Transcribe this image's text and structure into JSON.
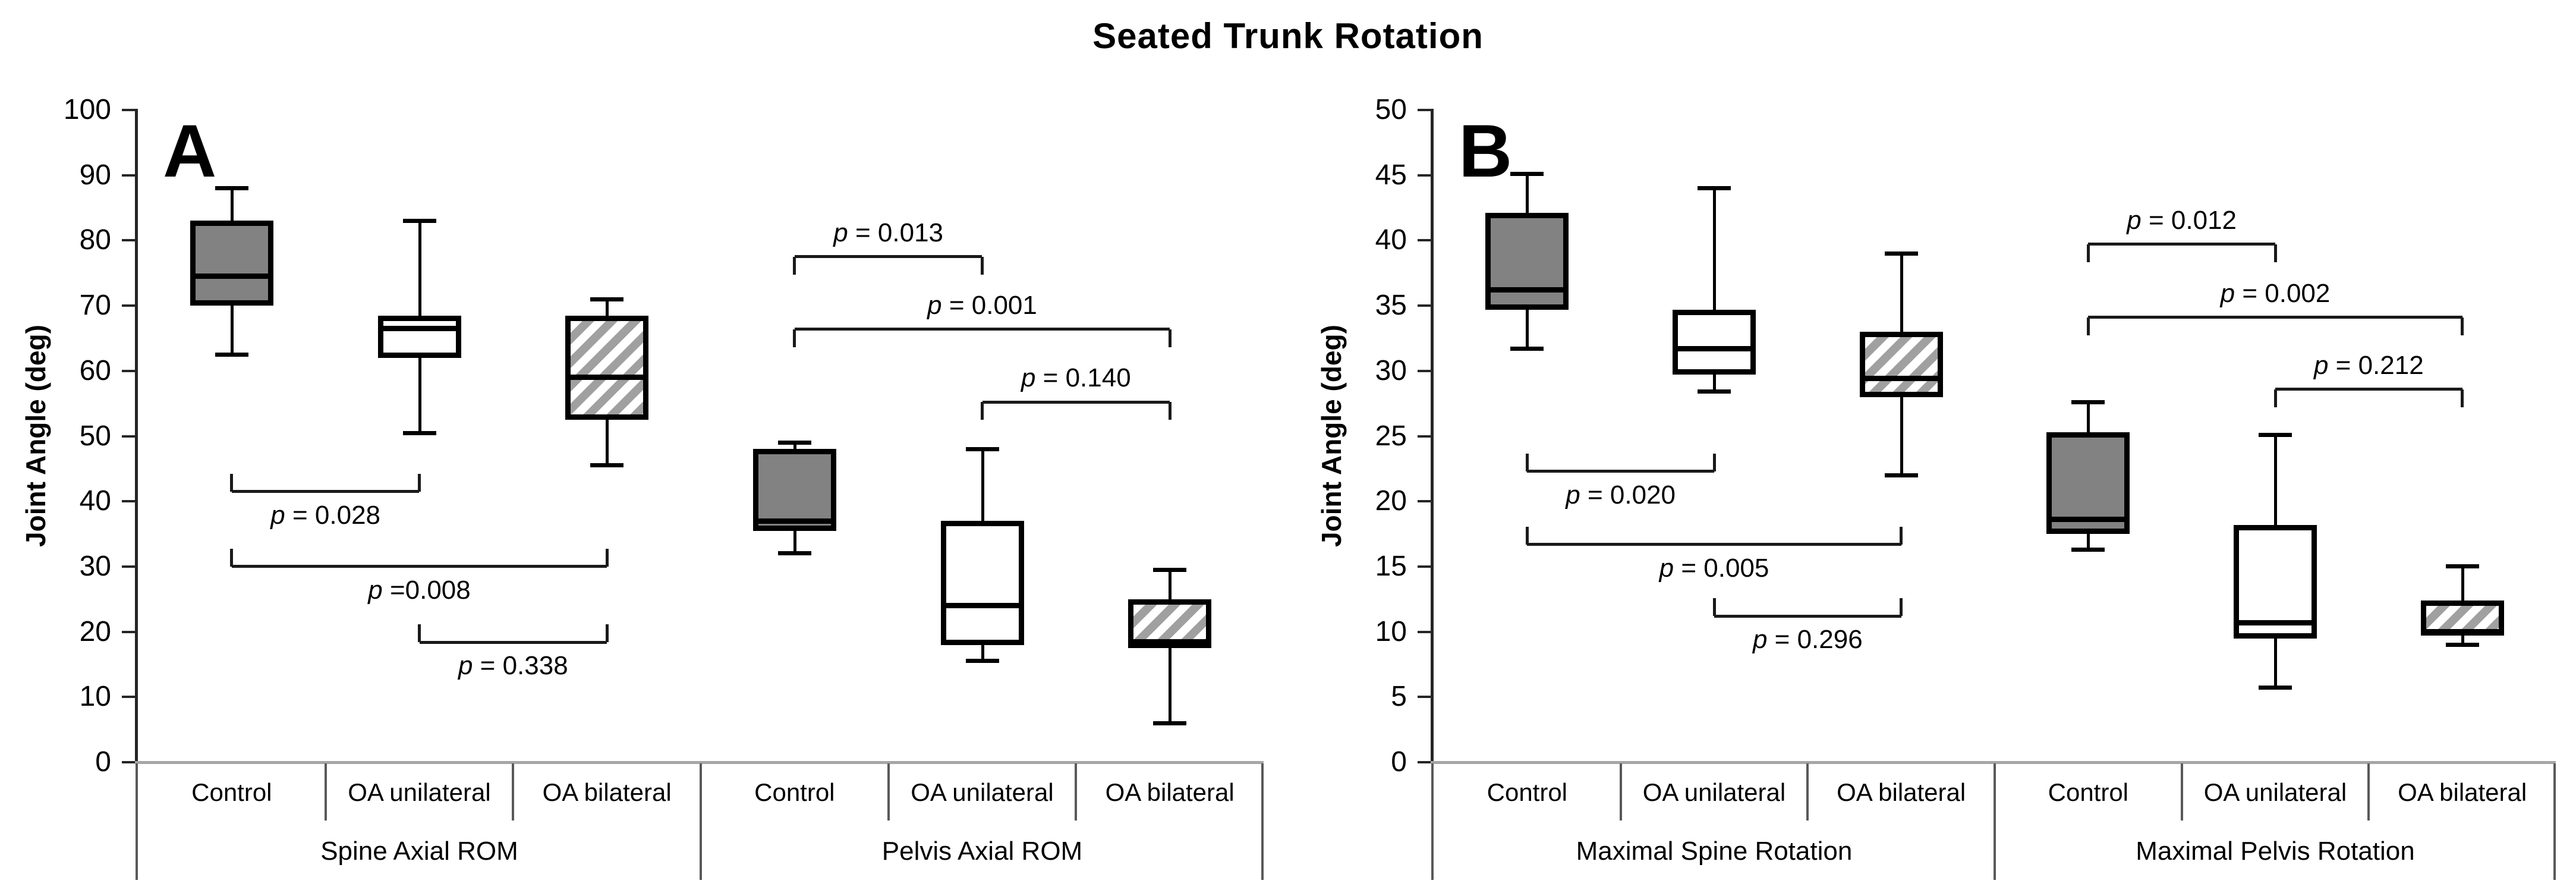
{
  "title": "Seated Trunk Rotation",
  "chart_data": {
    "type": "boxplot",
    "title": "Seated Trunk Rotation",
    "legend": "none",
    "grid": "off",
    "panels": [
      {
        "label": "A",
        "ylabel": "Joint Angle (deg)",
        "ylim": [
          0,
          100
        ],
        "ytick_step": 10,
        "groups": [
          {
            "name": "Spine Axial ROM"
          },
          {
            "name": "Pelvis Axial ROM"
          }
        ],
        "boxes": [
          {
            "group": 0,
            "category": "Control",
            "style": "gray",
            "whisker_low": 62.5,
            "q1": 70,
            "median": 74.5,
            "q3": 83,
            "whisker_high": 88
          },
          {
            "group": 0,
            "category": "OA unilateral",
            "style": "white",
            "whisker_low": 50.5,
            "q1": 62,
            "median": 66.5,
            "q3": 68.5,
            "whisker_high": 83
          },
          {
            "group": 0,
            "category": "OA bilateral",
            "style": "hatch",
            "whisker_low": 45.5,
            "q1": 52.5,
            "median": 59,
            "q3": 68.5,
            "whisker_high": 71
          },
          {
            "group": 1,
            "category": "Control",
            "style": "gray",
            "whisker_low": 32,
            "q1": 35.5,
            "median": 37,
            "q3": 48,
            "whisker_high": 49
          },
          {
            "group": 1,
            "category": "OA unilateral",
            "style": "white",
            "whisker_low": 15.5,
            "q1": 18,
            "median": 24,
            "q3": 37,
            "whisker_high": 48
          },
          {
            "group": 1,
            "category": "OA bilateral",
            "style": "hatch",
            "whisker_low": 6,
            "q1": 17.5,
            "median": 18.5,
            "q3": 25,
            "whisker_high": 29.5
          }
        ],
        "brackets": [
          {
            "from": 0,
            "to": 1,
            "y": 41.5,
            "label": "p = 0.028",
            "label_side": "below"
          },
          {
            "from": 0,
            "to": 2,
            "y": 30,
            "label": "p =0.008",
            "label_side": "below"
          },
          {
            "from": 1,
            "to": 2,
            "y": 18.4,
            "label": "p = 0.338",
            "label_side": "below"
          },
          {
            "from": 3,
            "to": 4,
            "y": 77.5,
            "label": "p = 0.013",
            "label_side": "above"
          },
          {
            "from": 3,
            "to": 5,
            "y": 66.4,
            "label": "p = 0.001",
            "label_side": "above"
          },
          {
            "from": 4,
            "to": 5,
            "y": 55.2,
            "label": "p = 0.140",
            "label_side": "above"
          }
        ]
      },
      {
        "label": "B",
        "ylabel": "Joint Angle (deg)",
        "ylim": [
          0,
          50
        ],
        "ytick_step": 5,
        "groups": [
          {
            "name": "Maximal Spine Rotation"
          },
          {
            "name": "Maximal Pelvis Rotation"
          }
        ],
        "boxes": [
          {
            "group": 0,
            "category": "Control",
            "style": "gray",
            "whisker_low": 31.7,
            "q1": 34.7,
            "median": 36.2,
            "q3": 42.1,
            "whisker_high": 45.1
          },
          {
            "group": 0,
            "category": "OA unilateral",
            "style": "white",
            "whisker_low": 28.4,
            "q1": 29.7,
            "median": 31.7,
            "q3": 34.7,
            "whisker_high": 44
          },
          {
            "group": 0,
            "category": "OA bilateral",
            "style": "hatch",
            "whisker_low": 22,
            "q1": 28,
            "median": 29.4,
            "q3": 33,
            "whisker_high": 39
          },
          {
            "group": 1,
            "category": "Control",
            "style": "gray",
            "whisker_low": 16.3,
            "q1": 17.5,
            "median": 18.6,
            "q3": 25.3,
            "whisker_high": 27.6
          },
          {
            "group": 1,
            "category": "OA unilateral",
            "style": "white",
            "whisker_low": 5.7,
            "q1": 9.5,
            "median": 10.7,
            "q3": 18.2,
            "whisker_high": 25.1
          },
          {
            "group": 1,
            "category": "OA bilateral",
            "style": "hatch",
            "whisker_low": 9,
            "q1": 9.7,
            "median": 10,
            "q3": 12.4,
            "whisker_high": 15
          }
        ],
        "brackets": [
          {
            "from": 0,
            "to": 1,
            "y": 22.3,
            "label": "p = 0.020",
            "label_side": "below"
          },
          {
            "from": 0,
            "to": 2,
            "y": 16.7,
            "label": "p = 0.005",
            "label_side": "below"
          },
          {
            "from": 1,
            "to": 2,
            "y": 11.2,
            "label": "p = 0.296",
            "label_side": "below"
          },
          {
            "from": 3,
            "to": 4,
            "y": 39.7,
            "label": "p = 0.012",
            "label_side": "above"
          },
          {
            "from": 3,
            "to": 5,
            "y": 34.1,
            "label": "p = 0.002",
            "label_side": "above"
          },
          {
            "from": 4,
            "to": 5,
            "y": 28.6,
            "label": "p = 0.212",
            "label_side": "above"
          }
        ]
      }
    ],
    "colors": {
      "control_fill": "#828282",
      "unilateral_fill": "#ffffff",
      "bilateral_hatch": "#a0a0a0",
      "box_border": "#000000",
      "baseline": "#a6a6a6",
      "divider": "#595959"
    }
  }
}
